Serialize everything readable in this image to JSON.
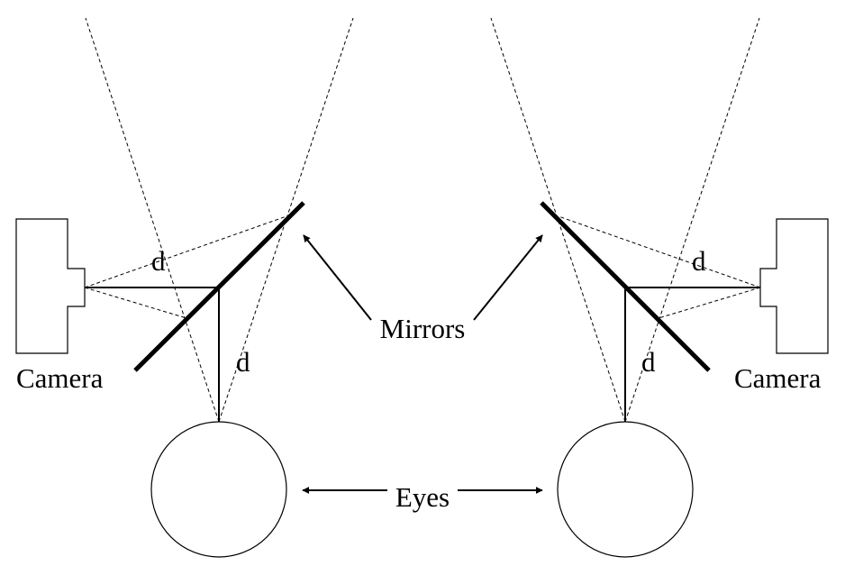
{
  "labels": {
    "camera_left": "Camera",
    "camera_right": "Camera",
    "mirrors": "Mirrors",
    "eyes": "Eyes",
    "d_left_horizontal": "d",
    "d_left_vertical": "d",
    "d_right_horizontal": "d",
    "d_right_vertical": "d"
  }
}
